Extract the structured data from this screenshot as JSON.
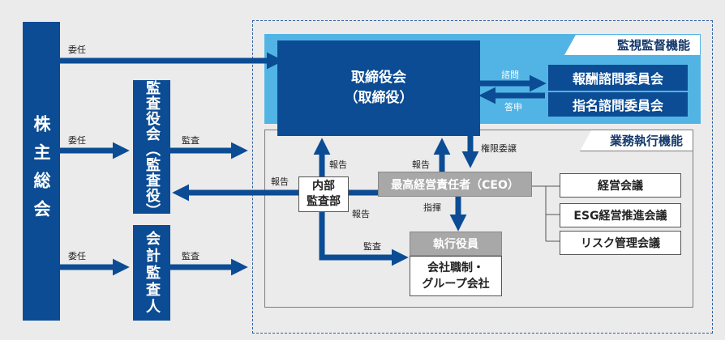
{
  "nodes": {
    "shareholders_meeting": "株主総会",
    "audit_board": "監査役会（監査役）",
    "accounting_auditor": "会計監査人",
    "board_title": "取締役会",
    "board_sub": "（取締役）",
    "compensation_committee": "報酬諮問委員会",
    "nomination_committee": "指名諮問委員会",
    "internal_audit_line1": "内部",
    "internal_audit_line2": "監査部",
    "ceo": "最高経営責任者（CEO）",
    "management_meeting": "経営会議",
    "esg_meeting": "ESG経営推進会議",
    "risk_meeting": "リスク管理会議",
    "executive_officers": "執行役員",
    "subsidiaries_line1": "会社職制・",
    "subsidiaries_line2": "グループ会社"
  },
  "sections": {
    "supervision": "監視監督機能",
    "execution": "業務執行機能"
  },
  "edges": {
    "delegate_1": "委任",
    "delegate_2": "委任",
    "delegate_3": "委任",
    "audit_1": "監査",
    "audit_2": "監査",
    "audit_3": "監査",
    "consult": "諮問",
    "report_answer": "答申",
    "report_ia_left": "報告",
    "report_ia_up": "報告",
    "report_ia_right": "報告",
    "report_ceo_up": "報告",
    "delegation_authority": "権限委譲",
    "command": "指揮"
  },
  "colors": {
    "navy": "#0b4c94",
    "light_blue": "#51b4e5",
    "gray": "#a8a8a8",
    "background": "#ebebeb"
  }
}
